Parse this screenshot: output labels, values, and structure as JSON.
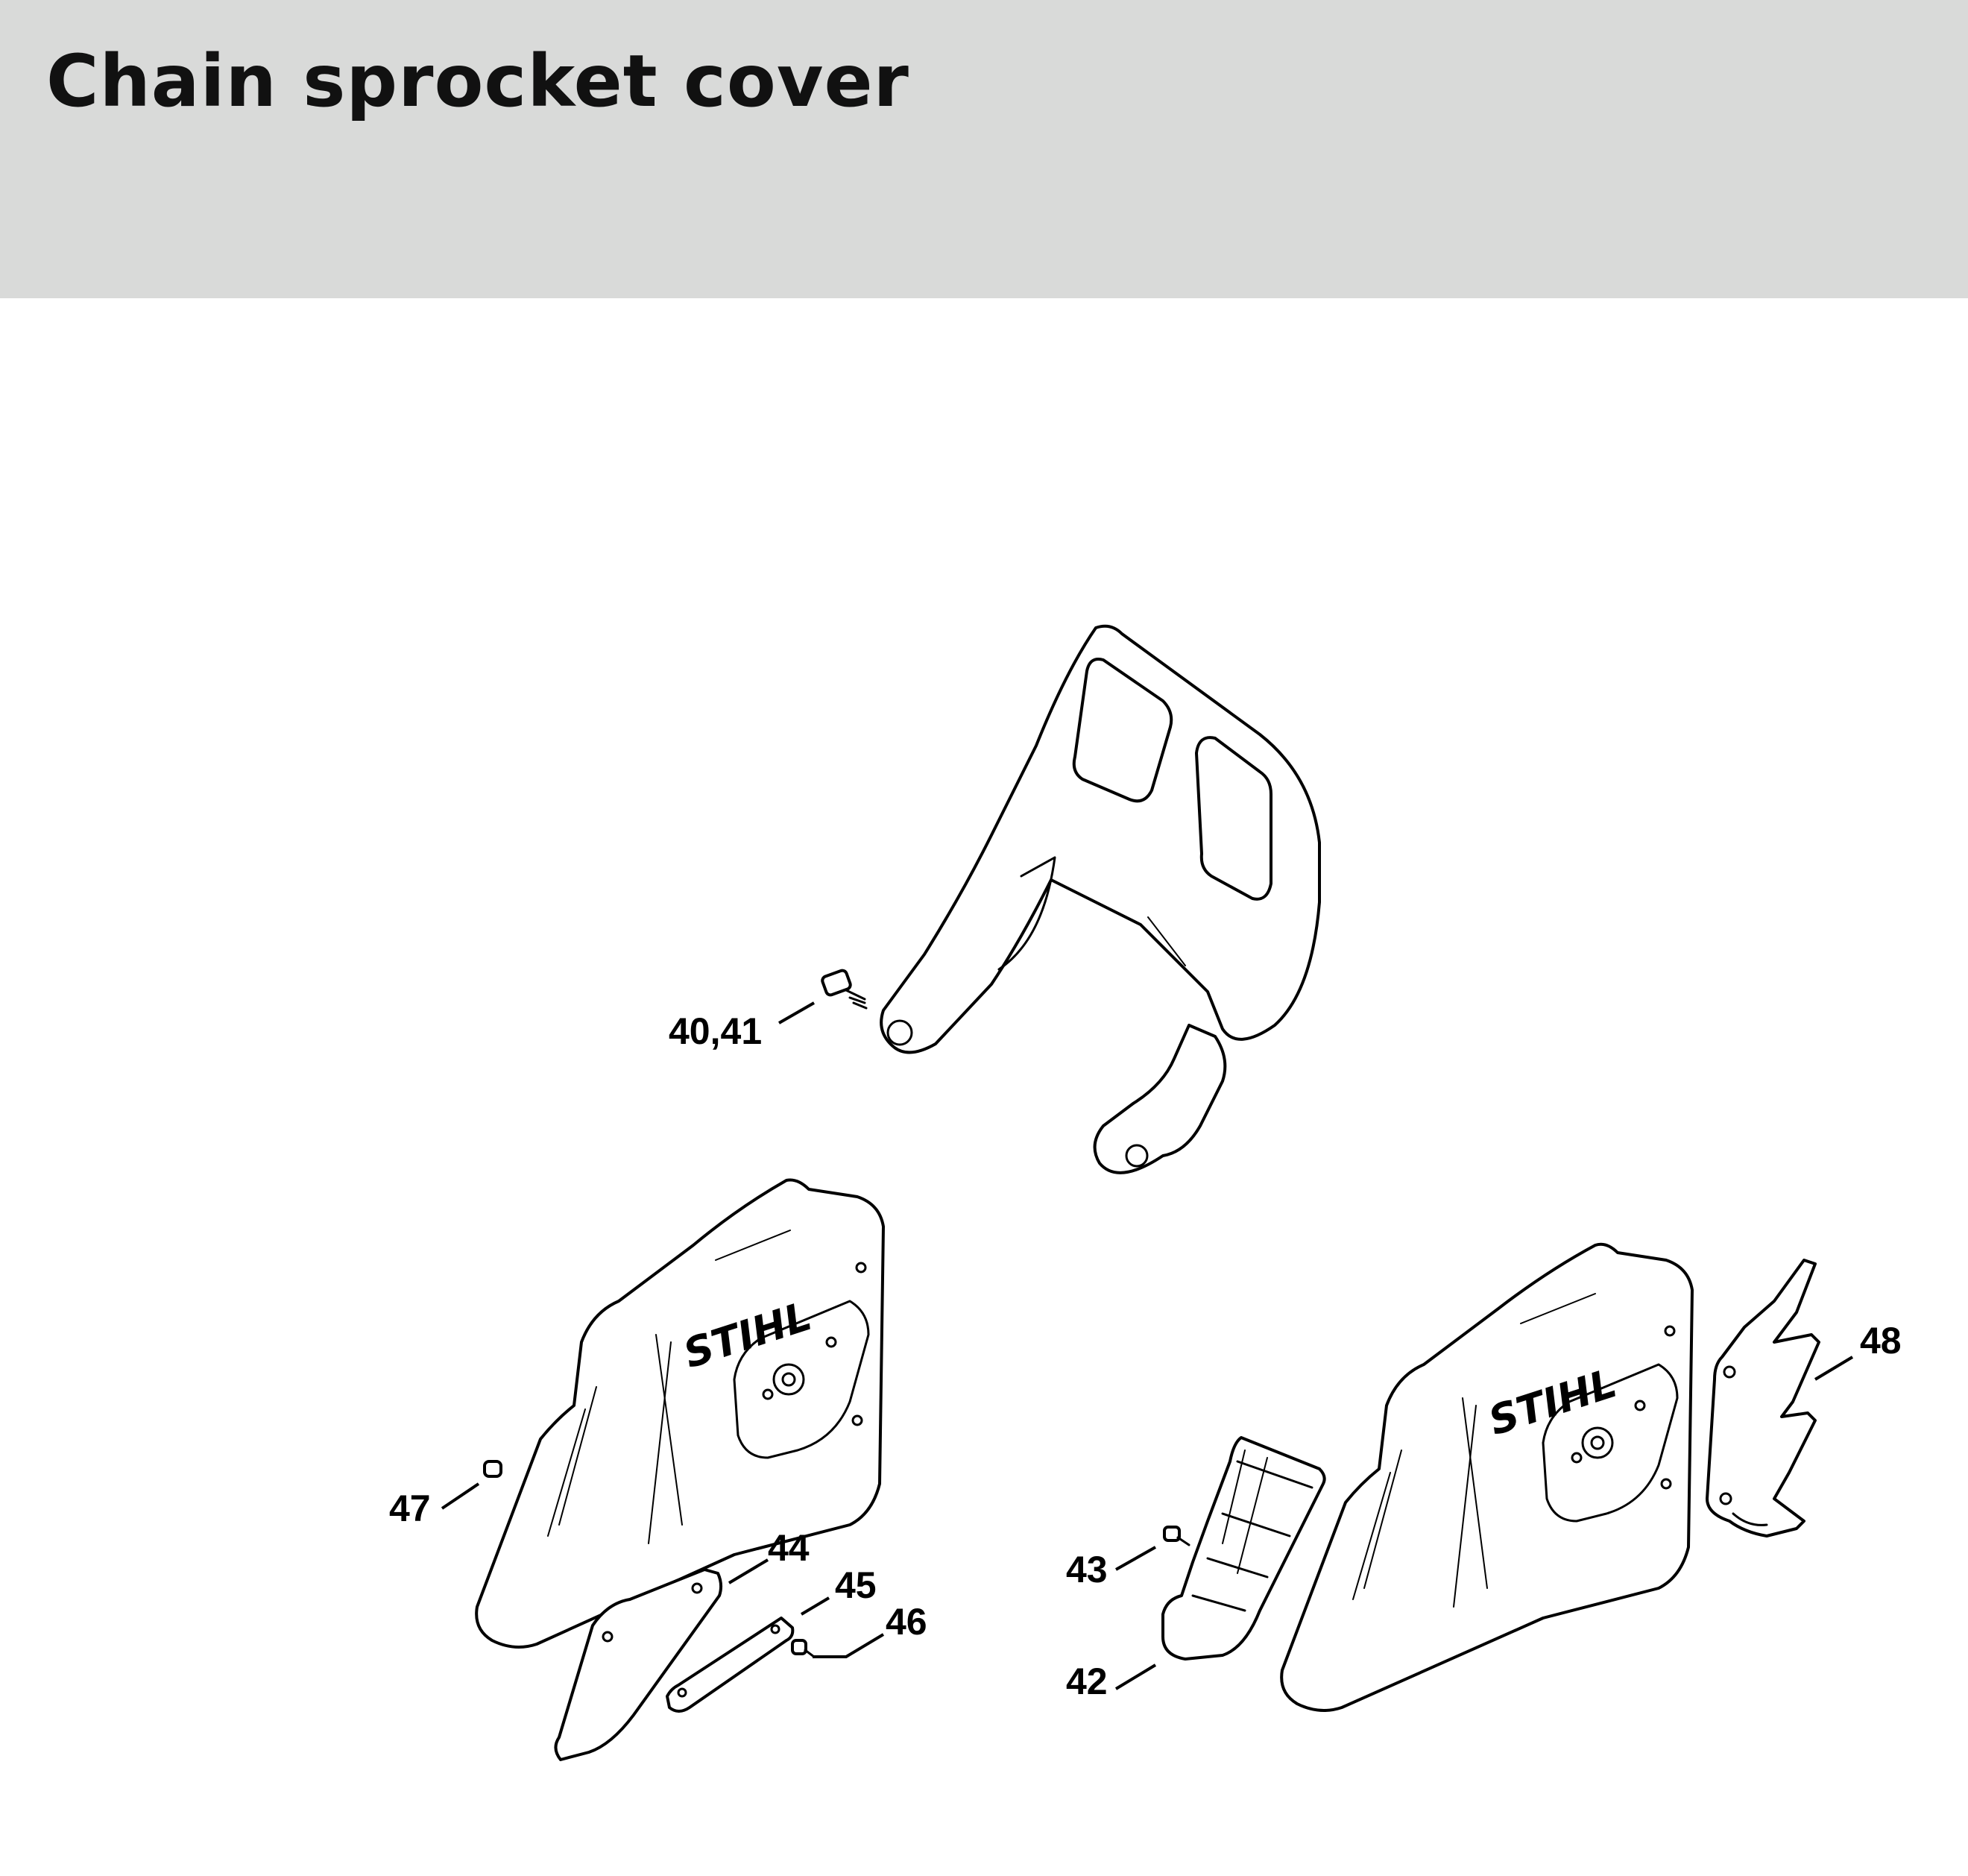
{
  "page": {
    "title": "Chain sprocket cover",
    "header_color": "#d9dad9"
  },
  "diagram": {
    "callouts": [
      {
        "id": "c4041",
        "label": "40,41"
      },
      {
        "id": "c42",
        "label": "42"
      },
      {
        "id": "c43",
        "label": "43"
      },
      {
        "id": "c44",
        "label": "44"
      },
      {
        "id": "c45",
        "label": "45"
      },
      {
        "id": "c46",
        "label": "46"
      },
      {
        "id": "c47",
        "label": "47"
      },
      {
        "id": "c48",
        "label": "48"
      }
    ],
    "logo_text": "STIHL"
  }
}
